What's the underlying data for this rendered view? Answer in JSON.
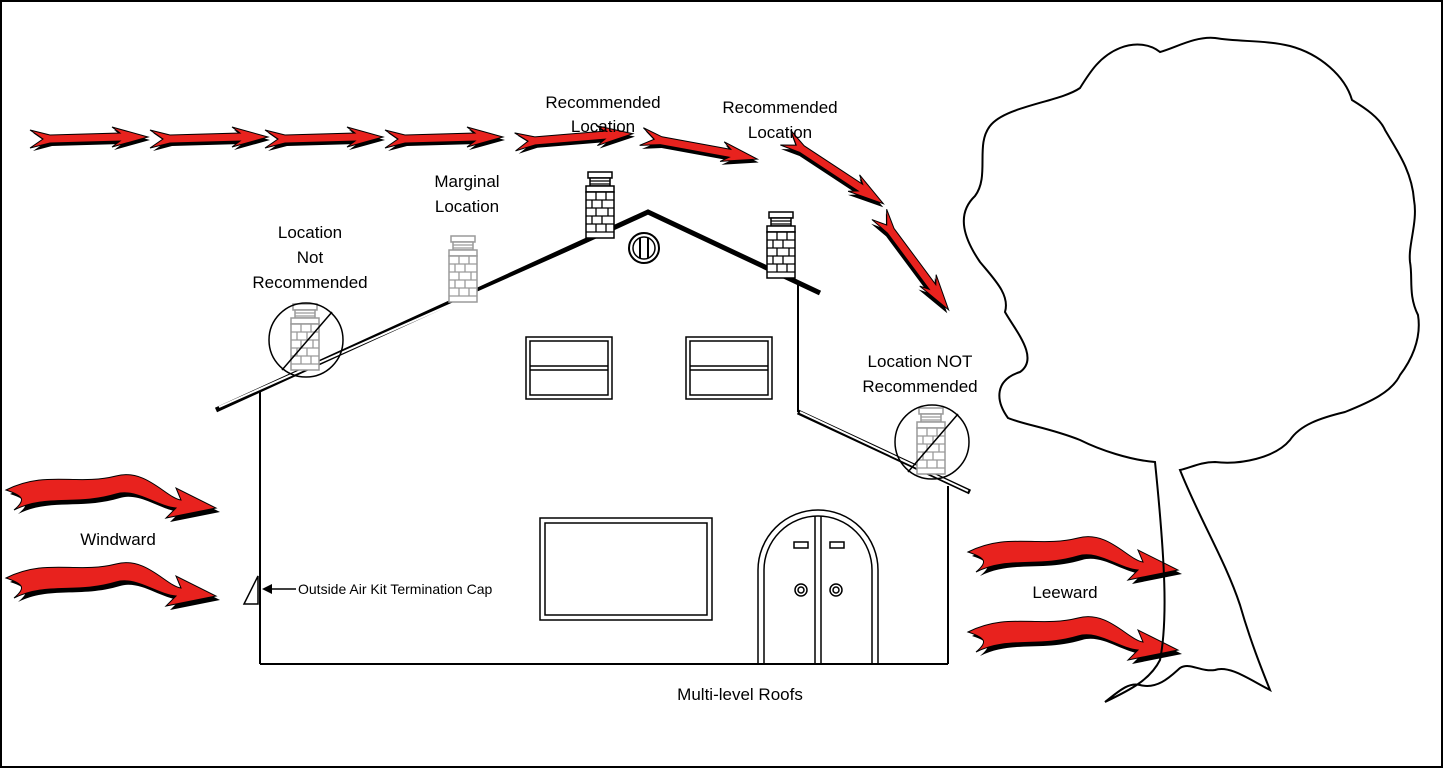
{
  "labels": {
    "recommended_1": [
      "Recommended",
      "Location"
    ],
    "recommended_2": [
      "Recommended",
      "Location"
    ],
    "marginal": [
      "Marginal",
      "Location"
    ],
    "not_recommended_left": [
      "Location",
      "Not",
      "Recommended"
    ],
    "not_recommended_right": [
      "Location NOT",
      "Recommended"
    ],
    "windward": "Windward",
    "leeward": "Leeward",
    "outside_air": "Outside Air Kit Termination Cap",
    "caption": "Multi-level Roofs"
  },
  "colors": {
    "wind_arrow": "#e8221e",
    "outline": "#000000",
    "faded": "#9a9a9a"
  }
}
